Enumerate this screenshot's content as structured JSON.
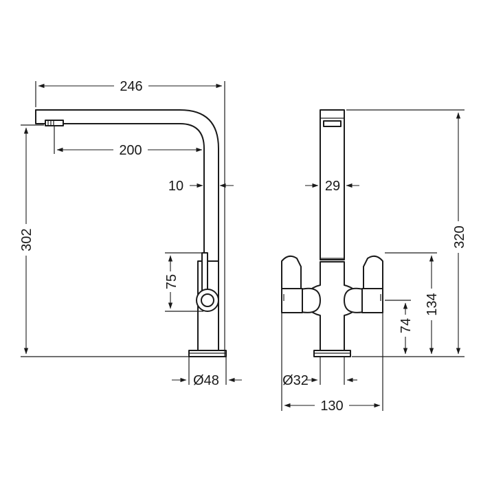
{
  "dimensions": {
    "spout_reach_total": "246",
    "spout_reach_inner": "200",
    "spout_tube_width": "10",
    "side_height": "302",
    "lever_height": "75",
    "base_diameter_side": "Ø48",
    "front_tube_width": "29",
    "front_height": "320",
    "handle_top_height": "134",
    "handle_center_height": "74",
    "base_diameter_front": "Ø32",
    "handle_span": "130"
  },
  "colors": {
    "line": "#1a1a1a",
    "background": "#ffffff"
  }
}
